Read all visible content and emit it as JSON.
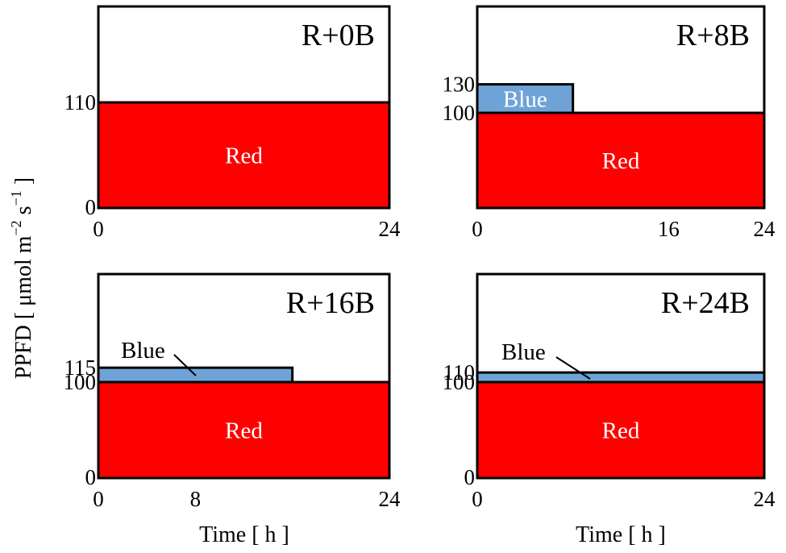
{
  "chart_data": {
    "type": "area",
    "ylabel_main": "PPFD [ μmol m",
    "ylabel_sup1": "−2",
    "ylabel_mid": " s",
    "ylabel_sup2": "−1",
    "ylabel_end": " ]",
    "xlabel": "Time [ h ]",
    "colors": {
      "red": "#ff0000",
      "blue": "#6fa3d8",
      "frame": "#000000"
    },
    "panels": [
      {
        "title": "R+0B",
        "red_value": 110,
        "blue_value": 0,
        "blue_hours": 0,
        "hours": 24,
        "red_label": "Red",
        "blue_label": "",
        "yticks": [
          "0",
          "110"
        ],
        "xticks": [
          "0",
          "24"
        ],
        "xticks_values": [
          0,
          24
        ]
      },
      {
        "title": "R+8B",
        "red_value": 100,
        "blue_value": 130,
        "blue_hours": 8,
        "hours": 24,
        "red_label": "Red",
        "blue_label": "Blue",
        "yticks": [
          "100",
          "130"
        ],
        "xticks": [
          "0",
          "16",
          "24"
        ],
        "xticks_values": [
          0,
          16,
          24
        ]
      },
      {
        "title": "R+16B",
        "red_value": 100,
        "blue_value": 115,
        "blue_hours": 16,
        "hours": 24,
        "red_label": "Red",
        "blue_label": "Blue",
        "yticks": [
          "0",
          "100",
          "115"
        ],
        "xticks": [
          "0",
          "8",
          "24"
        ],
        "xticks_values": [
          0,
          8,
          24
        ]
      },
      {
        "title": "R+24B",
        "red_value": 100,
        "blue_value": 110,
        "blue_hours": 24,
        "hours": 24,
        "red_label": "Red",
        "blue_label": "Blue",
        "yticks": [
          "0",
          "100",
          "110"
        ],
        "xticks": [
          "0",
          "24"
        ],
        "xticks_values": [
          0,
          24
        ]
      }
    ]
  }
}
